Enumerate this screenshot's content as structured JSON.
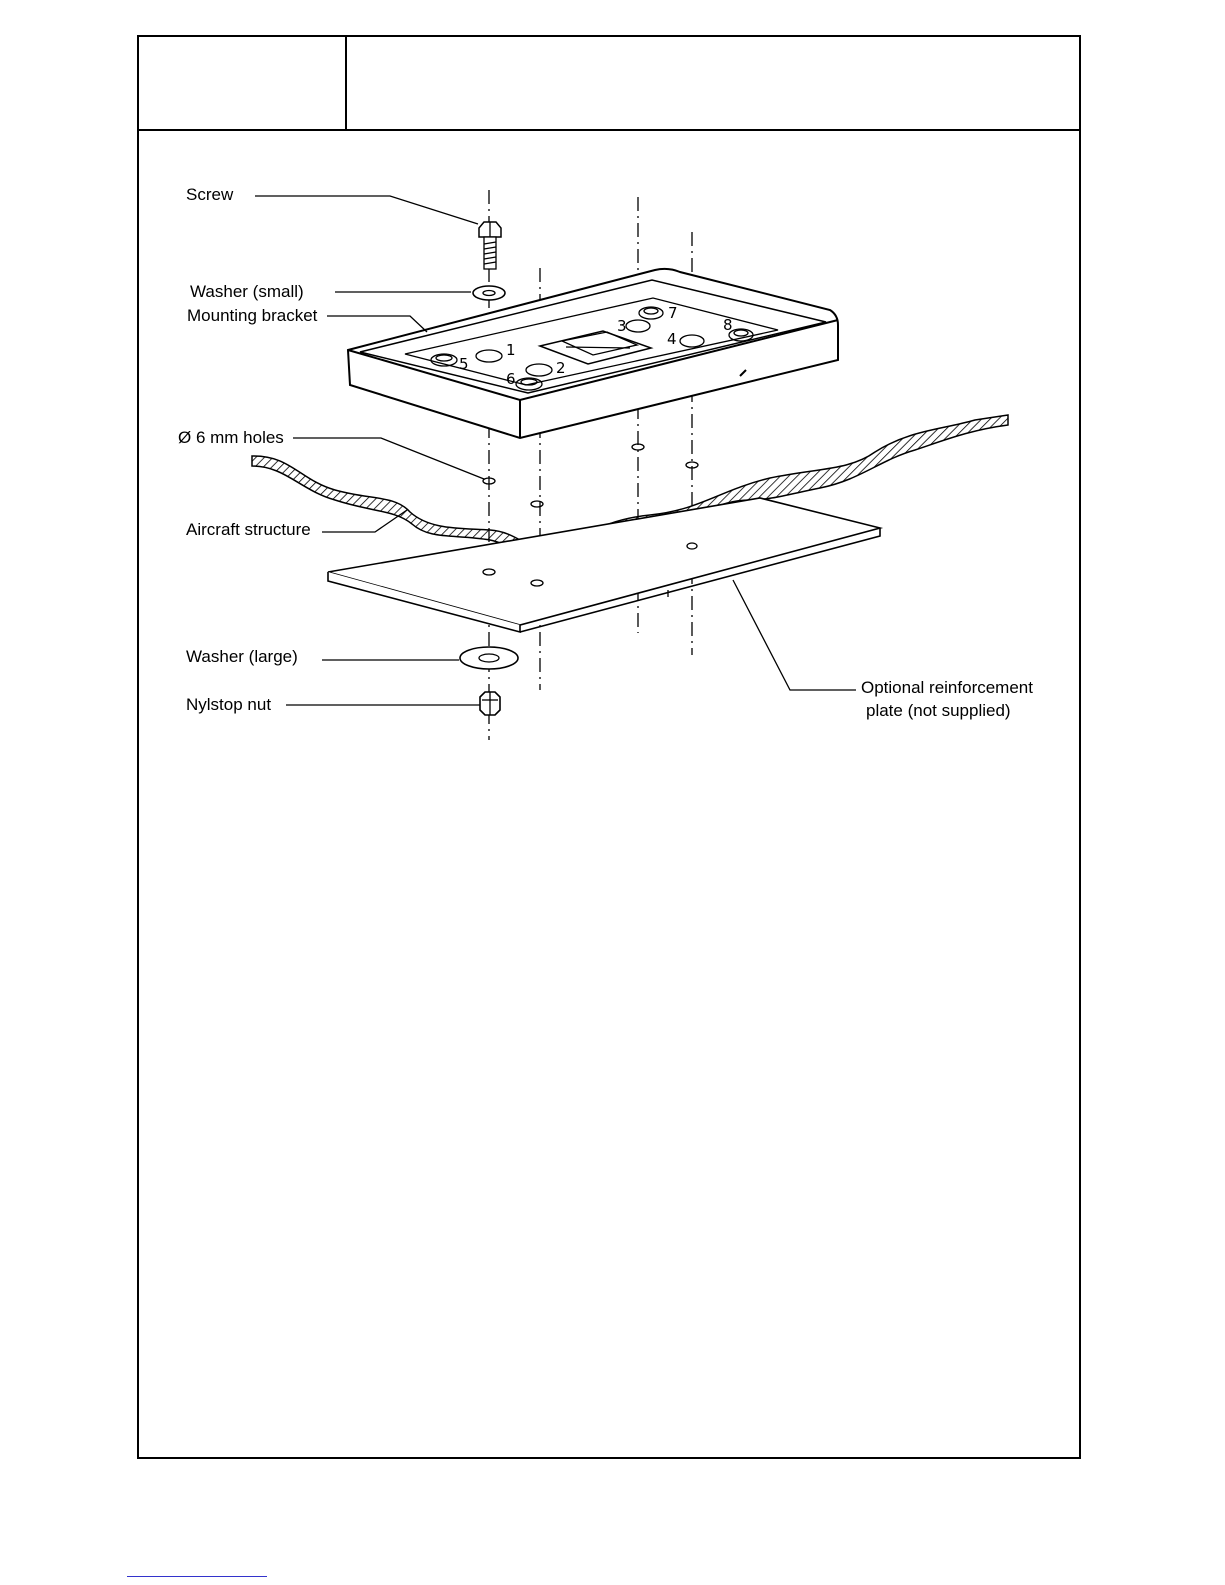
{
  "header": {
    "left_cell": "",
    "right_cell": ""
  },
  "labels": {
    "screw": "Screw",
    "washer_small": "Washer (small)",
    "mounting_bracket": "Mounting bracket",
    "holes": "Ø 6 mm holes",
    "aircraft_structure": "Aircraft structure",
    "washer_large": "Washer (large)",
    "nylstop_nut": "Nylstop nut",
    "reinforcement_line1": "Optional reinforcement",
    "reinforcement_line2": "plate (not supplied)"
  },
  "hole_numbers": [
    "1",
    "2",
    "3",
    "4",
    "5",
    "6",
    "7",
    "8"
  ]
}
